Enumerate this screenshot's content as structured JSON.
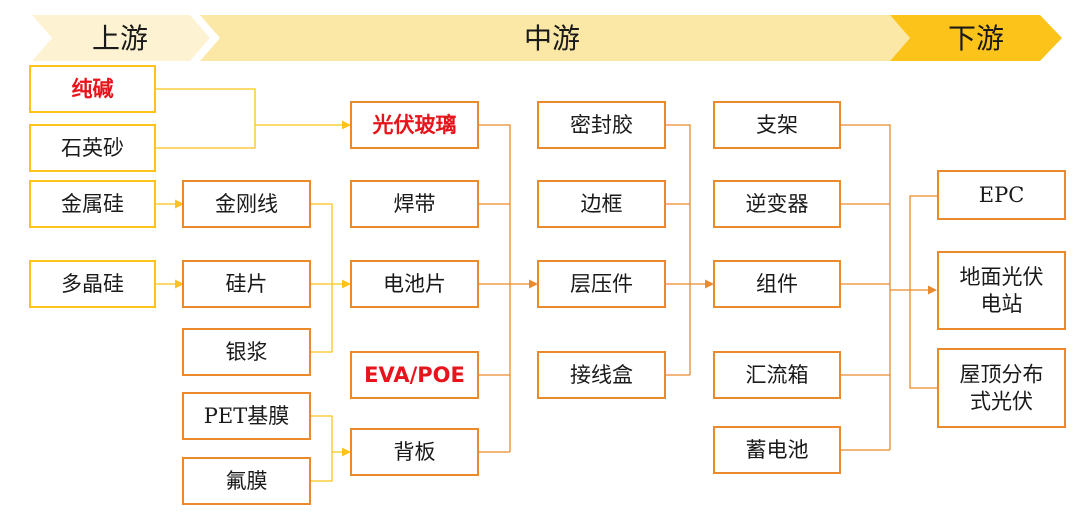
{
  "stages": [
    {
      "id": "up",
      "label": "上游"
    },
    {
      "id": "mid",
      "label": "中游"
    },
    {
      "id": "down",
      "label": "下游"
    }
  ],
  "nodes": [
    {
      "id": "soda",
      "label": [
        "纯碱"
      ],
      "highlight": true
    },
    {
      "id": "quartz",
      "label": [
        "石英砂"
      ]
    },
    {
      "id": "msi",
      "label": [
        "金属硅"
      ]
    },
    {
      "id": "psi",
      "label": [
        "多晶硅"
      ]
    },
    {
      "id": "diamond",
      "label": [
        "金刚线"
      ]
    },
    {
      "id": "wafer",
      "label": [
        "硅片"
      ]
    },
    {
      "id": "silver",
      "label": [
        "银浆"
      ]
    },
    {
      "id": "pet",
      "label": [
        "PET基膜"
      ]
    },
    {
      "id": "fluoro",
      "label": [
        "氟膜"
      ]
    },
    {
      "id": "glass",
      "label": [
        "光伏玻璃"
      ],
      "highlight": true
    },
    {
      "id": "ribbon",
      "label": [
        "焊带"
      ]
    },
    {
      "id": "cell",
      "label": [
        "电池片"
      ]
    },
    {
      "id": "eva",
      "label": [
        "EVA/POE"
      ],
      "highlight": true
    },
    {
      "id": "backsheet",
      "label": [
        "背板"
      ]
    },
    {
      "id": "sealant",
      "label": [
        "密封胶"
      ]
    },
    {
      "id": "frame",
      "label": [
        "边框"
      ]
    },
    {
      "id": "laminate",
      "label": [
        "层压件"
      ]
    },
    {
      "id": "jbox",
      "label": [
        "接线盒"
      ]
    },
    {
      "id": "bracket",
      "label": [
        "支架"
      ]
    },
    {
      "id": "inverter",
      "label": [
        "逆变器"
      ]
    },
    {
      "id": "module",
      "label": [
        "组件"
      ]
    },
    {
      "id": "combiner",
      "label": [
        "汇流箱"
      ]
    },
    {
      "id": "battery",
      "label": [
        "蓄电池"
      ]
    },
    {
      "id": "epc",
      "label": [
        "EPC"
      ]
    },
    {
      "id": "ground",
      "label": [
        "地面光伏",
        "电站"
      ]
    },
    {
      "id": "rooftop",
      "label": [
        "屋顶分布",
        "式光伏"
      ]
    }
  ],
  "edges": [
    {
      "from": [
        "soda",
        "quartz"
      ],
      "to": "glass"
    },
    {
      "from": [
        "msi"
      ],
      "to": "diamond"
    },
    {
      "from": [
        "psi"
      ],
      "to": "wafer"
    },
    {
      "from": [
        "diamond",
        "wafer",
        "silver"
      ],
      "to": "cell"
    },
    {
      "from": [
        "pet",
        "fluoro"
      ],
      "to": "backsheet"
    },
    {
      "from": [
        "glass",
        "ribbon",
        "cell",
        "eva",
        "backsheet"
      ],
      "to": "laminate"
    },
    {
      "from": [
        "sealant",
        "frame",
        "laminate",
        "jbox"
      ],
      "to": "module"
    },
    {
      "from": [
        "bracket",
        "inverter",
        "module",
        "combiner",
        "battery"
      ],
      "to": [
        "epc",
        "ground",
        "rooftop"
      ]
    }
  ],
  "colors": {
    "yellow": "#fcc41a",
    "orange": "#ea8a2c",
    "red_text": "#e8141b",
    "stage_light": "#fdf3d2",
    "stage_mid": "#fbe8a6",
    "stage_dark": "#fcc41a"
  }
}
